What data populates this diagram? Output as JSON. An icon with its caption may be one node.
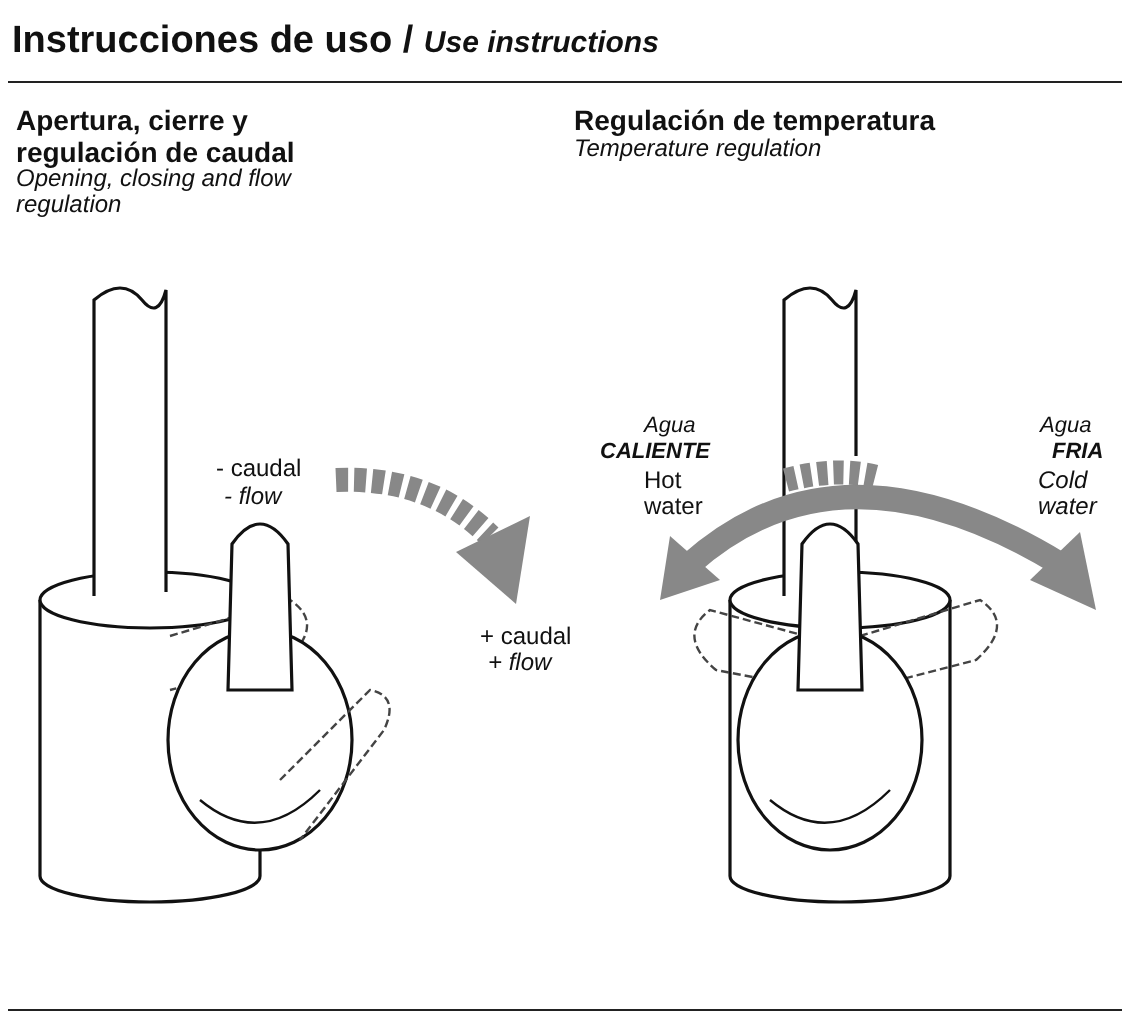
{
  "diagram": {
    "title": "Instrucciones de uso / *Use instructions*",
    "labels": [
      "Apertura, cierre y regulación de caudal",
      "Opening, closing and flow regulation",
      "Regulación de temperatura",
      "Temperature regulation",
      "- caudal",
      "- flow",
      "Agua",
      "CALIENTE",
      "Hot water",
      "Agua",
      "FRIA",
      "Cold water",
      "+ caudal",
      "+ flow"
    ]
  }
}
